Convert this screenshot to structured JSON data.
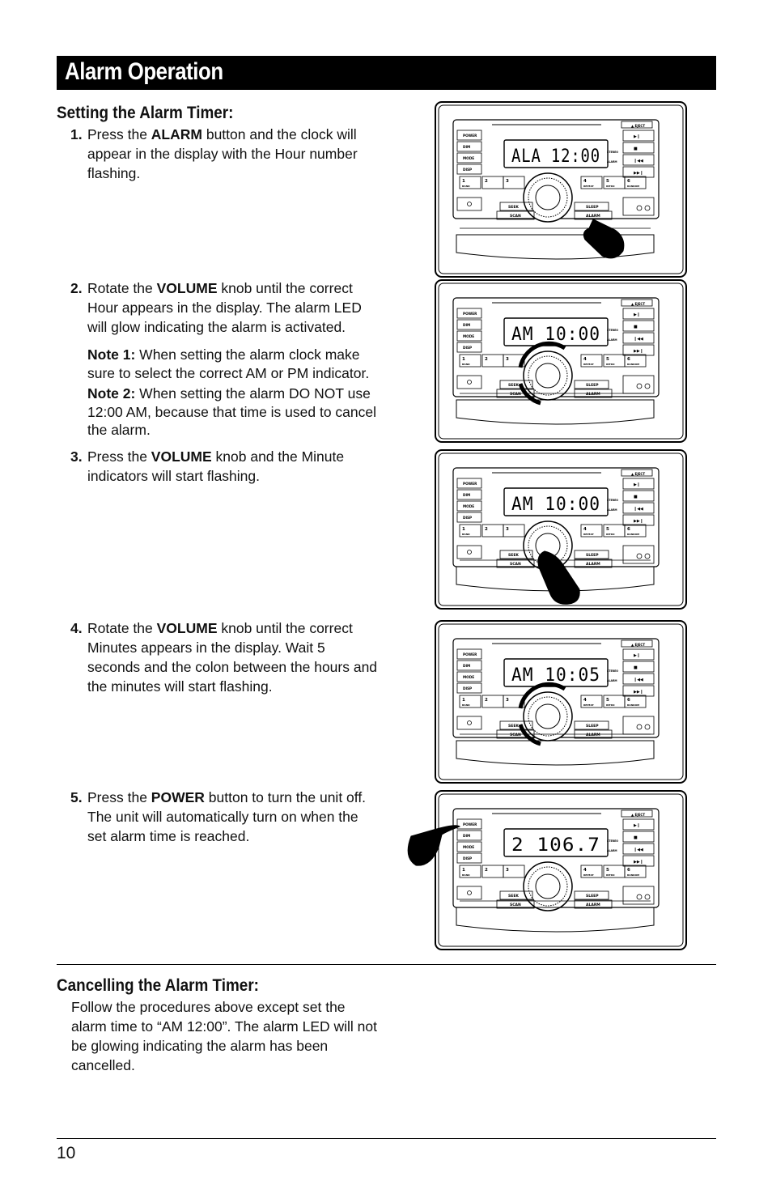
{
  "page": {
    "title": "Alarm Operation",
    "page_number": "10"
  },
  "setting": {
    "heading": "Setting the Alarm Timer:",
    "steps": [
      {
        "num": "1.",
        "pre": "Press the ",
        "bold": "ALARM",
        "post": " button and the clock will appear in the display with the Hour number flashing."
      },
      {
        "num": "2.",
        "pre": "Rotate the ",
        "bold": "VOLUME",
        "post": " knob until the correct Hour appears in the display. The alarm LED will glow indicating the alarm is activated."
      },
      {
        "num": "3.",
        "pre": "Press the ",
        "bold": "VOLUME",
        "post": " knob and the Minute indicators will start flashing."
      },
      {
        "num": "4.",
        "pre": "Rotate the ",
        "bold": "VOLUME",
        "post": " knob until the correct Minutes appears in the display. Wait 5 seconds and the colon between the hours and the minutes will start flashing."
      },
      {
        "num": "5.",
        "pre": "Press the ",
        "bold": "POWER",
        "post": " button to turn the unit off. The unit will automatically turn on when the set alarm time is reached."
      }
    ],
    "notes": [
      {
        "label": "Note 1:",
        "text": " When setting the alarm clock make sure to select the correct AM or PM indicator."
      },
      {
        "label": "Note 2:",
        "text": " When setting the alarm DO NOT use 12:00 AM, because that time is used to cancel the alarm."
      }
    ]
  },
  "cancelling": {
    "heading": "Cancelling the Alarm Timer:",
    "text": "Follow the procedures above except set the alarm time to “AM 12:00”. The alarm LED will not be glowing indicating the alarm has been cancelled."
  },
  "radio": {
    "button_labels": {
      "eject": "EJECT",
      "power": "POWER",
      "dim": "DIM",
      "mode": "MODE",
      "disp": "DISP",
      "band": "BAND",
      "seek": "SEEK",
      "scan": "SCAN",
      "sleep": "SLEEP",
      "alarm": "ALARM",
      "repeat": "REPEAT",
      "intro": "INTRO",
      "random": "RANDOM",
      "stereo": "STEREO"
    },
    "preset_numbers": [
      "1",
      "2",
      "3",
      "4",
      "5",
      "6"
    ],
    "displays": [
      "ALA 12:00",
      "AM 10:00",
      "AM 10:00",
      "AM 10:05",
      "2 106.7"
    ]
  }
}
